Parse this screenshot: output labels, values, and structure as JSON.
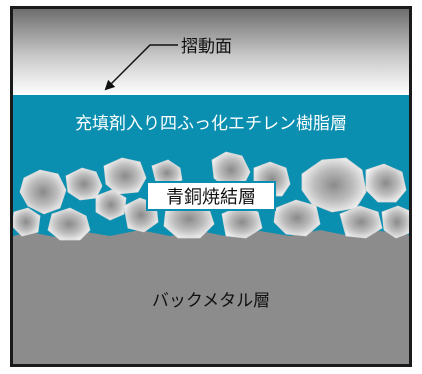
{
  "labels": {
    "sliding_surface": "摺動面",
    "resin_layer": "充填剤入り四ふっ化エチレン樹脂層",
    "bronze_layer": "青銅焼結層",
    "back_metal": "バックメタル層"
  },
  "colors": {
    "frame": "#1a1a1a",
    "resin": "#0a8fb0",
    "back_metal": "#8c8c8c",
    "bronze_label_border": "#0a8fb0",
    "text_light": "#ffffff",
    "text_dark": "#111111"
  }
}
